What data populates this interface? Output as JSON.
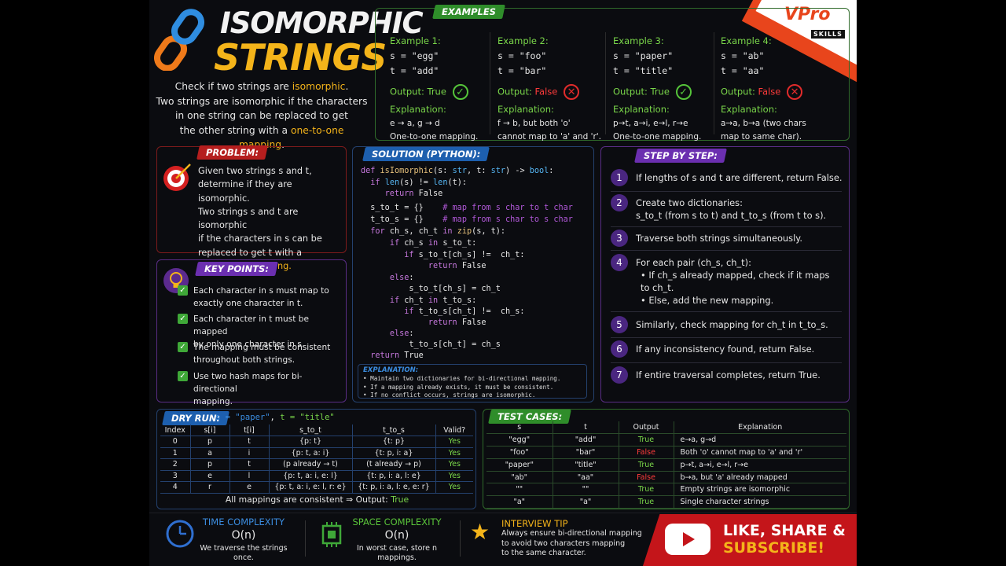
{
  "header": {
    "title_line1": "ISOMORPHIC",
    "title_line2": "STRINGS",
    "logo_icon": "chain-link-icon",
    "intro_line1_pre": "Check if two strings are ",
    "intro_line1_hl": "isomorphic",
    "intro_line1_post": ".",
    "intro_line2": "Two strings are isomorphic if the characters",
    "intro_line3": "in one string can be replaced to get",
    "intro_line4_pre": "the other string with a ",
    "intro_line4_hl": "one-to-one mapping",
    "intro_line4_post": "."
  },
  "brand": {
    "badge_text": "Pro",
    "badge_sub": "SKILLS",
    "color": "#e8451c"
  },
  "examples": {
    "tag": "EXAMPLES",
    "items": [
      {
        "title": "Example 1:",
        "s": "s = \"egg\"",
        "t": "t = \"add\"",
        "output_label": "Output:",
        "output": "True",
        "ok": true,
        "exp_label": "Explanation:",
        "exp1": "e → a, g → d",
        "exp2": "One-to-one mapping."
      },
      {
        "title": "Example 2:",
        "s": "s = \"foo\"",
        "t": "t = \"bar\"",
        "output_label": "Output:",
        "output": "False",
        "ok": false,
        "exp_label": "Explanation:",
        "exp1": "f → b, but both 'o'",
        "exp2": "cannot map to 'a' and 'r'."
      },
      {
        "title": "Example 3:",
        "s": "s = \"paper\"",
        "t": "t = \"title\"",
        "output_label": "Output:",
        "output": "True",
        "ok": true,
        "exp_label": "Explanation:",
        "exp1": "p→t, a→i, e→l, r→e",
        "exp2": "One-to-one mapping."
      },
      {
        "title": "Example 4:",
        "s": "s = \"ab\"",
        "t": "t = \"aa\"",
        "output_label": "Output:",
        "output": "False",
        "ok": false,
        "exp_label": "Explanation:",
        "exp1": "a→a, b→a (two chars",
        "exp2": "map to same char)."
      }
    ]
  },
  "problem": {
    "tag": "PROBLEM:",
    "icon": "target-icon",
    "l1": "Given two strings s and t,",
    "l2": "determine if they are isomorphic.",
    "l3": "Two strings s and t are isomorphic",
    "l4": "if the characters in s can be",
    "l5": "replaced to get t with a",
    "l6": "one-to-one mapping."
  },
  "key_points": {
    "tag": "KEY POINTS:",
    "icon": "lightbulb-icon",
    "items": [
      {
        "a": "Each character in s must map to",
        "b": "exactly one character in t."
      },
      {
        "a": "Each character in t must be mapped",
        "b": "by only one character in s."
      },
      {
        "a": "The mapping must be consistent",
        "b": "throughout both strings."
      },
      {
        "a": "Use two hash maps for bi-directional",
        "b": "mapping."
      }
    ]
  },
  "solution": {
    "tag": "SOLUTION (PYTHON):",
    "code": [
      "def isIomorphic(s: str, t: str) -> bool:",
      "    if len(s) != len(t):",
      "        return False",
      "    s_to_t = {}     # map from s char to t char",
      "    t_to_s = {}     # map from s char to s char",
      "    for ch_s, ch_t in zip(s, t):",
      "        if ch_s in s_to_t:",
      "            if s_to_t[ch_s] !=  ch_t:",
      "                return False",
      "        else:",
      "            s_to_t[ch_s] = ch_t",
      "        if ch_t in t_to_s:",
      "            if t_to_s[ch_t] !=  ch_s:",
      "                return False",
      "        else:",
      "            t_to_s[ch_t] = ch_s",
      "    return True"
    ],
    "explanation_tag": "EXPLANATION:",
    "explanation": [
      "• Maintain two dictionaries for bi-directional mapping.",
      "• If a mapping already exists, it must be consistent.",
      "• If no conflict occurs, strings are isomorphic."
    ]
  },
  "steps": {
    "tag": "STEP BY STEP:",
    "items": [
      {
        "n": "1",
        "l1": "If lengths of s and t are different, return False."
      },
      {
        "n": "2",
        "l1": "Create two dictionaries:",
        "l2": "s_to_t (from s to t) and t_to_s (from t to s)."
      },
      {
        "n": "3",
        "l1": "Traverse both strings simultaneously."
      },
      {
        "n": "4",
        "l1": "For each pair (ch_s, ch_t):",
        "l2": "• If ch_s already mapped, check if it maps",
        "l3": "   to ch_t.",
        "l4": "• Else, add the new mapping."
      },
      {
        "n": "5",
        "l1": "Similarly, check mapping for ch_t in t_to_s."
      },
      {
        "n": "6",
        "l1": "If any inconsistency found, return False."
      },
      {
        "n": "7",
        "l1": "If entire traversal completes, return True."
      }
    ]
  },
  "dry_run": {
    "tag": "DRY RUN:",
    "caption_s": "s = \"paper\"",
    "caption_sep": ", ",
    "caption_t": "t = \"title\"",
    "headers": [
      "Index",
      "s[i]",
      "t[i]",
      "s_to_t",
      "t_to_s",
      "Valid?"
    ],
    "rows": [
      [
        "0",
        "p",
        "t",
        "{p:  t}",
        "{t:  p}",
        "Yes"
      ],
      [
        "1",
        "a",
        "i",
        "{p: t,  a:  i}",
        "{t: p,  i:  a}",
        "Yes"
      ],
      [
        "2",
        "p",
        "t",
        "(p already → t)",
        "(t already → p)",
        "Yes"
      ],
      [
        "3",
        "e",
        "l",
        "{p: t,  a: i,  e: l}",
        "{t: p,  i: a,  l: e}",
        "Yes"
      ],
      [
        "4",
        "r",
        "e",
        "{p: t, a: i, e: l, r: e}",
        "{t: p, i: a, l: e, e: r}",
        "Yes"
      ]
    ],
    "summary_pre": "All mappings are consistent  ⇒  Output: ",
    "summary_val": "True"
  },
  "test_cases": {
    "tag": "TEST CASES:",
    "headers": [
      "s",
      "t",
      "Output",
      "Explanation"
    ],
    "rows": [
      [
        "\"egg\"",
        "\"add\"",
        "True",
        "e→a,  g→d"
      ],
      [
        "\"foo\"",
        "\"bar\"",
        "False",
        "Both 'o' cannot map to 'a' and 'r'"
      ],
      [
        "\"paper\"",
        "\"title\"",
        "True",
        "p→t, a→i, e→l, r→e"
      ],
      [
        "\"ab\"",
        "\"aa\"",
        "False",
        "b→a, but 'a' already mapped"
      ],
      [
        "\"\"",
        "\"\"",
        "True",
        "Empty strings are isomorphic"
      ],
      [
        "\"a\"",
        "\"a\"",
        "True",
        "Single character strings"
      ]
    ]
  },
  "footer": {
    "time_title": "TIME COMPLEXITY",
    "time_value": "O(n)",
    "time_note": "We traverse the strings once.",
    "time_icon": "clock-icon",
    "space_title": "SPACE COMPLEXITY",
    "space_value": "O(n)",
    "space_note": "In worst case, store n mappings.",
    "space_icon": "chip-icon",
    "tip_title": "INTERVIEW TIP",
    "tip_l1": "Always ensure bi-directional mapping",
    "tip_l2": "to avoid two characters mapping",
    "tip_l3": "to the same character.",
    "tip_icon": "star-icon",
    "cta_l1": "LIKE, SHARE &",
    "cta_l2": "SUBSCRIBE!",
    "cta_icon": "youtube-play-icon"
  }
}
